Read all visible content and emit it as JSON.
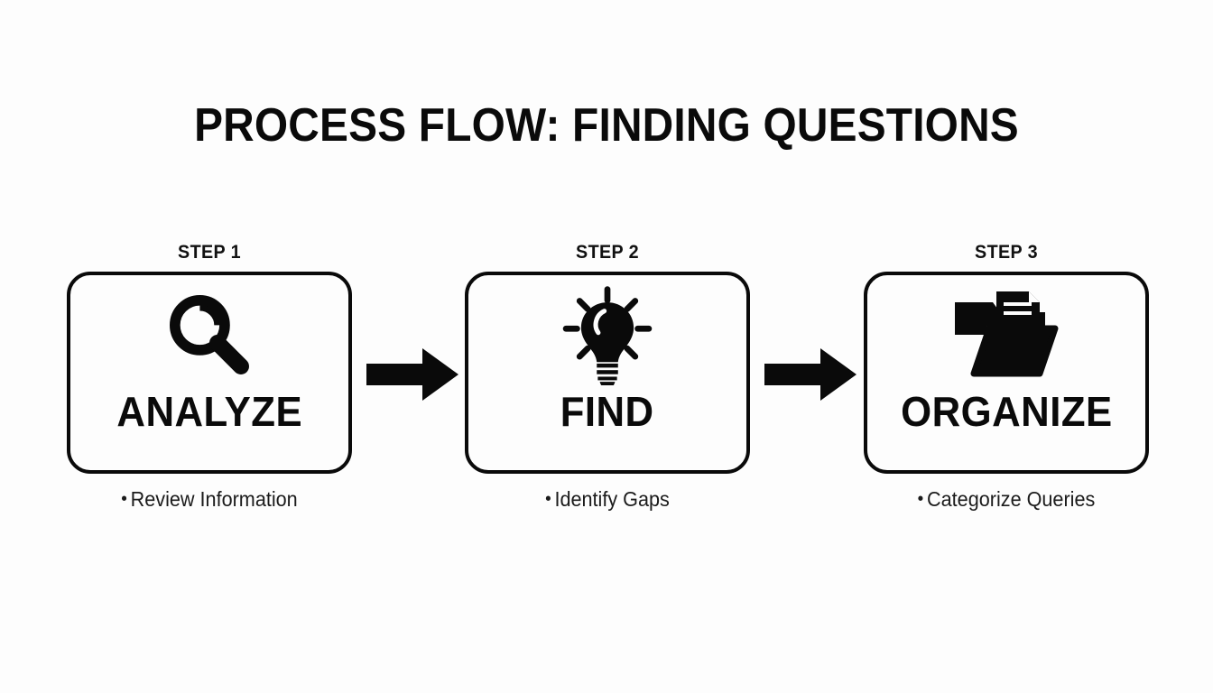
{
  "page": {
    "title": "PROCESS FLOW: FINDING QUESTIONS",
    "background_color": "#fdfdfd",
    "ink_color": "#0a0a0a"
  },
  "steps": [
    {
      "label": "STEP 1",
      "name": "ANALYZE",
      "icon": "magnifying-glass-icon",
      "caption": "Review Information",
      "bullet": "•"
    },
    {
      "label": "STEP 2",
      "name": "FIND",
      "icon": "lightbulb-icon",
      "caption": "Identify Gaps",
      "bullet": "•"
    },
    {
      "label": "STEP 3",
      "name": "ORGANIZE",
      "icon": "folder-document-icon",
      "caption": "Categorize Queries",
      "bullet": "•"
    }
  ],
  "connectors": [
    {
      "icon": "arrow-right-icon",
      "from": "STEP 1",
      "to": "STEP 2"
    },
    {
      "icon": "arrow-right-icon",
      "from": "STEP 2",
      "to": "STEP 3"
    }
  ]
}
